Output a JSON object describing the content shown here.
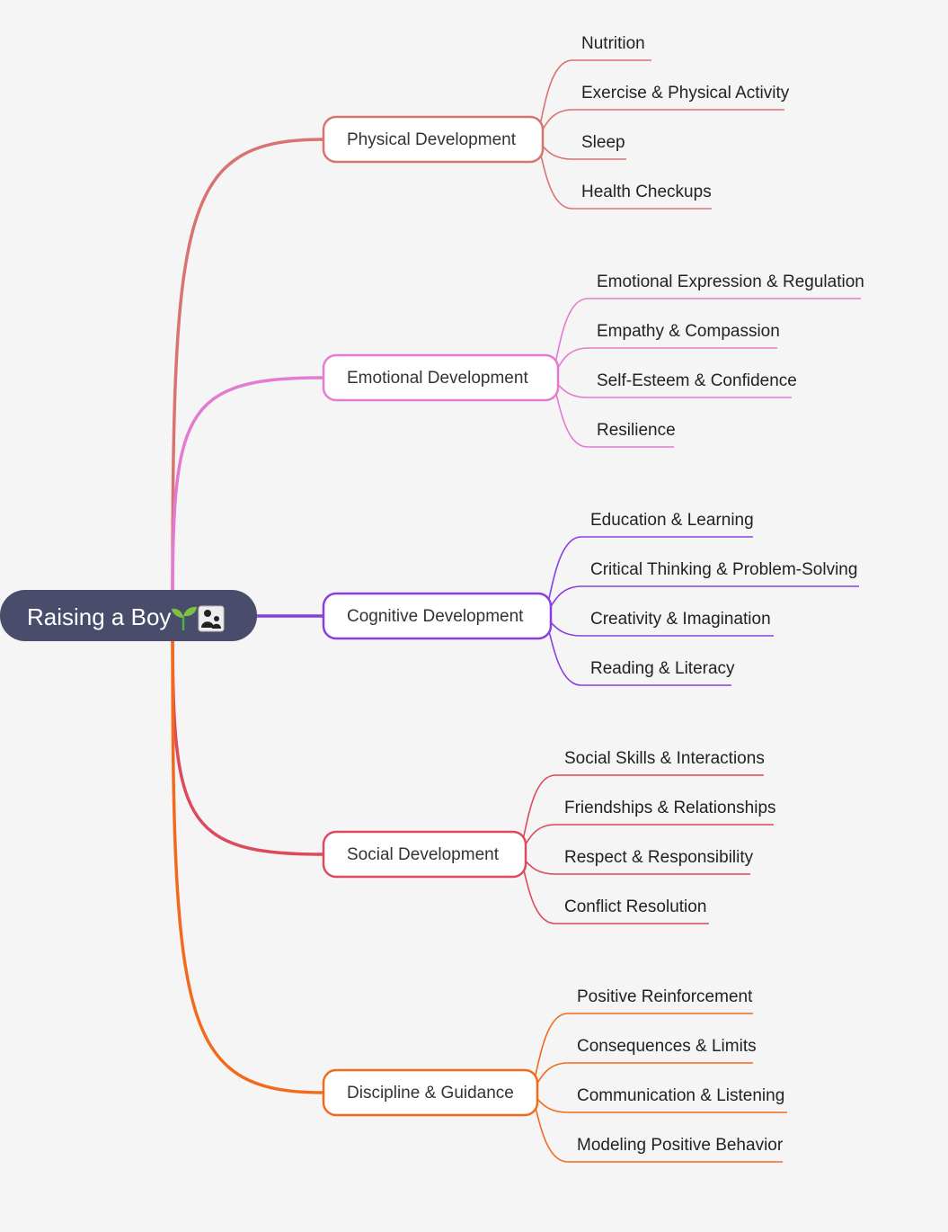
{
  "root": {
    "label": "Raising a Boy",
    "icons": [
      "seedling-icon",
      "parent-child-icon"
    ],
    "background": "#4a4c6b"
  },
  "branches": [
    {
      "label": "Physical Development",
      "color": "#d9736f",
      "leaves": [
        "Nutrition",
        "Exercise & Physical Activity",
        "Sleep",
        "Health Checkups"
      ]
    },
    {
      "label": "Emotional Development",
      "color": "#e57ad2",
      "leaves": [
        "Emotional Expression & Regulation",
        "Empathy & Compassion",
        "Self-Esteem & Confidence",
        "Resilience"
      ]
    },
    {
      "label": "Cognitive Development",
      "color": "#8a3ee0",
      "leaves": [
        "Education & Learning",
        "Critical Thinking & Problem-Solving",
        "Creativity & Imagination",
        "Reading & Literacy"
      ]
    },
    {
      "label": "Social Development",
      "color": "#dc4a5c",
      "leaves": [
        "Social Skills & Interactions",
        "Friendships & Relationships",
        "Respect & Responsibility",
        "Conflict Resolution"
      ]
    },
    {
      "label": "Discipline & Guidance",
      "color": "#f26b1d",
      "leaves": [
        "Positive Reinforcement",
        "Consequences & Limits",
        "Communication & Listening",
        "Modeling Positive Behavior"
      ]
    }
  ]
}
